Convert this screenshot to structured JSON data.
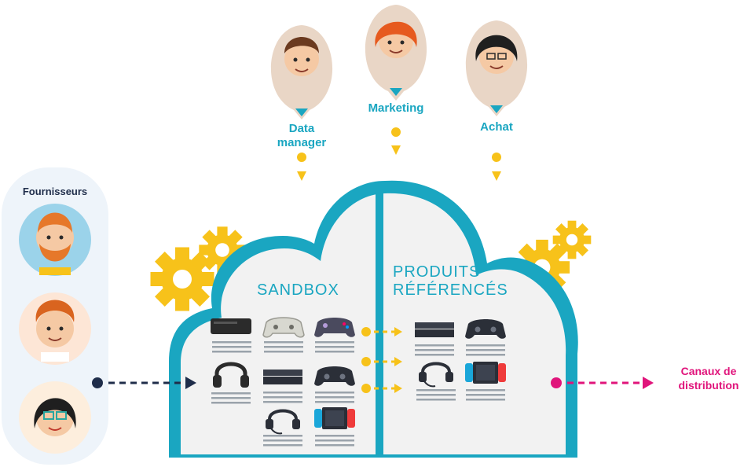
{
  "roles": [
    {
      "label_lines": [
        "Data",
        "manager"
      ],
      "icon": "avatar-man-brown-hair-icon"
    },
    {
      "label_lines": [
        "Marketing"
      ],
      "icon": "avatar-woman-red-hair-icon"
    },
    {
      "label_lines": [
        "Achat"
      ],
      "icon": "avatar-woman-glasses-icon"
    }
  ],
  "suppliers": {
    "title": "Fournisseurs",
    "avatars": [
      "avatar-bearded-man-icon",
      "avatar-curly-hair-man-icon",
      "avatar-woman-glasses-icon"
    ]
  },
  "zones": {
    "sandbox_title": "SANDBOX",
    "referenced_title_lines": [
      "PRODUITS",
      "RÉFÉRENCÉS"
    ]
  },
  "sandbox_products": [
    "console-box-icon",
    "gamepad-white-icon",
    "gamepad-purple-icon",
    "headset-icon",
    "console-slim-icon",
    "gamepad-black-icon",
    "headset-mic-icon",
    "switch-console-icon"
  ],
  "referenced_products": [
    "console-slim-icon",
    "gamepad-black-icon",
    "headset-mic-icon",
    "switch-console-icon"
  ],
  "output": {
    "label_lines": [
      "Canaux de",
      "distribution"
    ]
  },
  "colors": {
    "teal": "#1aa6c1",
    "yellow": "#f7c21a",
    "pink": "#e0147b",
    "navy": "#1f2d4a",
    "cloud_fill": "#f2f2f2"
  }
}
